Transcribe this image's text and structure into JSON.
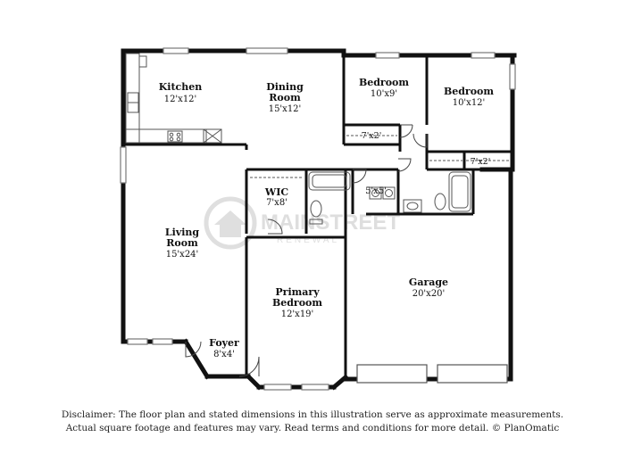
{
  "rooms": {
    "kitchen": {
      "name": "Kitchen",
      "dim": "12'x12'"
    },
    "dining": {
      "name_1": "Dining",
      "name_2": "Room",
      "dim": "15'x12'"
    },
    "bedroom_a": {
      "name": "Bedroom",
      "dim": "10'x9'"
    },
    "bedroom_b": {
      "name": "Bedroom",
      "dim": "10'x12'"
    },
    "closet_a": {
      "dim": "7'x2'"
    },
    "closet_b": {
      "dim": "7'x2'"
    },
    "wic": {
      "name": "WIC",
      "dim": "7'x8'"
    },
    "bath_closet": {
      "dim": "5'x5'"
    },
    "living": {
      "name_1": "Living",
      "name_2": "Room",
      "dim": "15'x24'"
    },
    "primary": {
      "name_1": "Primary",
      "name_2": "Bedroom",
      "dim": "12'x19'"
    },
    "garage": {
      "name": "Garage",
      "dim": "20'x20'"
    },
    "foyer": {
      "name": "Foyer",
      "dim": "8'x4'"
    }
  },
  "watermark": {
    "main": "MAINSTREET",
    "sub": "RENEWAL"
  },
  "disclaimer": {
    "line1": "Disclaimer: The floor plan and stated dimensions in this illustration serve as approximate measurements.",
    "line2": "Actual square footage and features may vary. Read terms and conditions for more detail. © PlanOmatic"
  },
  "colors": {
    "wall": "#111111",
    "window": "#777777",
    "watermark": "#c9c9c9"
  }
}
